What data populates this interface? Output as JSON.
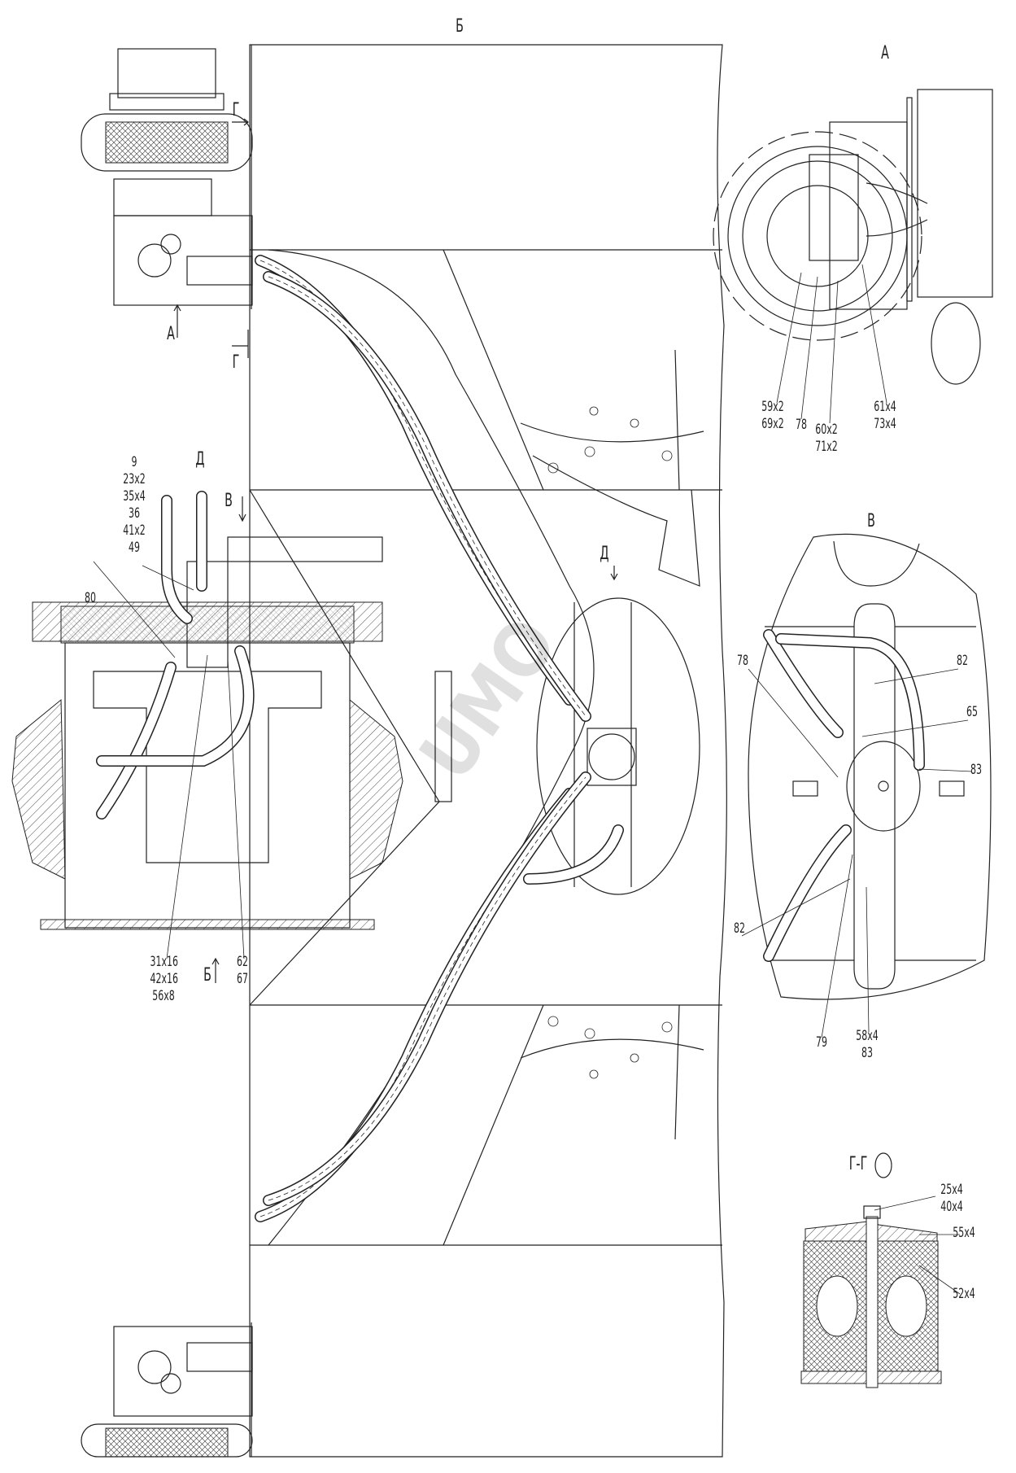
{
  "views": {
    "top": "Б",
    "a": "А",
    "d": "Д",
    "v": "В",
    "gg": "Г-Г"
  },
  "arrows": {
    "g_top": "Г",
    "g_bottom": "Г",
    "a_arrow": "А",
    "v_arrow": "В",
    "b_arrow": "Б",
    "d_arrow": "Д"
  },
  "callouts_a": [
    "59x2\n69x2",
    "78",
    "60x2\n71x2",
    "61x4\n73x4"
  ],
  "callouts_d": [
    "9\n23x2\n35x4\n36\n41x2\n49",
    "80",
    "31x16\n42x16\n56x8",
    "62\n67"
  ],
  "callouts_v": [
    "78",
    "82",
    "65",
    "83",
    "82",
    "79",
    "58x4\n83"
  ],
  "callouts_gg": [
    "25x4\n40x4",
    "55x4",
    "52x4"
  ],
  "watermark": "UMO"
}
